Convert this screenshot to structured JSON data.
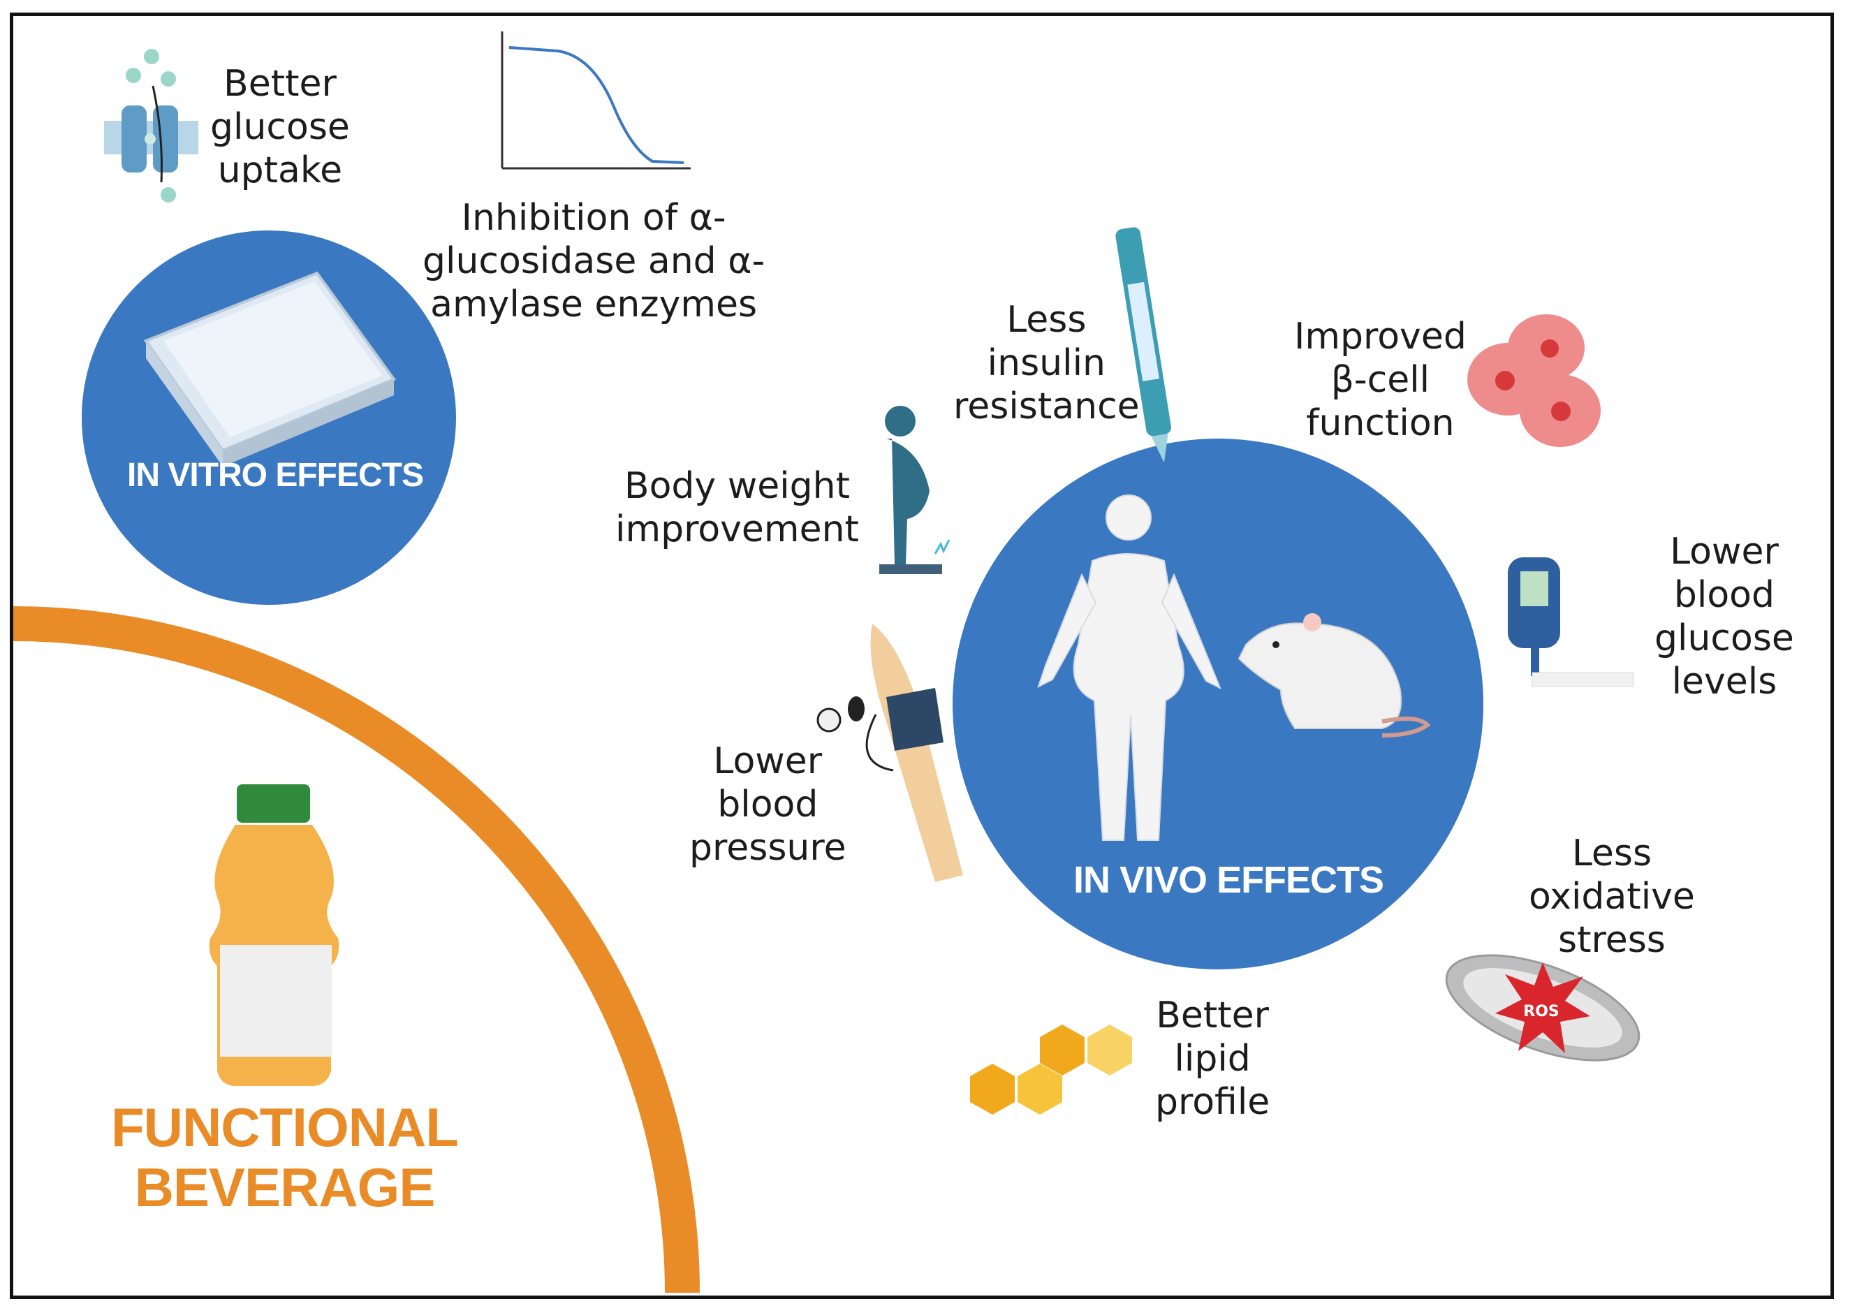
{
  "colors": {
    "circle_blue": "#3a78c2",
    "beverage_orange": "#e98b26",
    "label_text": "#1c1c1c"
  },
  "in_vitro": {
    "title": "IN VITRO EFFECTS",
    "glucose_uptake": "Better\nglucose\nuptake",
    "enzyme_inhibition": "Inhibition of α-\nglucosidase and α-\namylase enzymes"
  },
  "in_vivo": {
    "title": "IN VIVO EFFECTS",
    "insulin": "Less\ninsulin\nresistance",
    "beta_cell": "Improved\nβ-cell\nfunction",
    "body_weight": "Body weight\nimprovement",
    "blood_glucose": "Lower\nblood\nglucose\nlevels",
    "blood_pressure": "Lower\nblood\npressure",
    "oxidative_stress": "Less\noxidative\nstress",
    "lipid_profile": "Better\nlipid\nprofile",
    "ros_badge": "ROS"
  },
  "beverage": {
    "title": "FUNCTIONAL\nBEVERAGE"
  },
  "icons": [
    "glucose-transporter-icon",
    "inhibition-curve-icon",
    "microplate-icon",
    "insulin-pen-icon",
    "beta-cells-icon",
    "weight-scale-person-icon",
    "human-figure-icon",
    "rat-icon",
    "glucometer-icon",
    "blood-pressure-cuff-icon",
    "mitochondrion-ros-icon",
    "lipid-hexagons-icon",
    "juice-bottle-icon"
  ]
}
